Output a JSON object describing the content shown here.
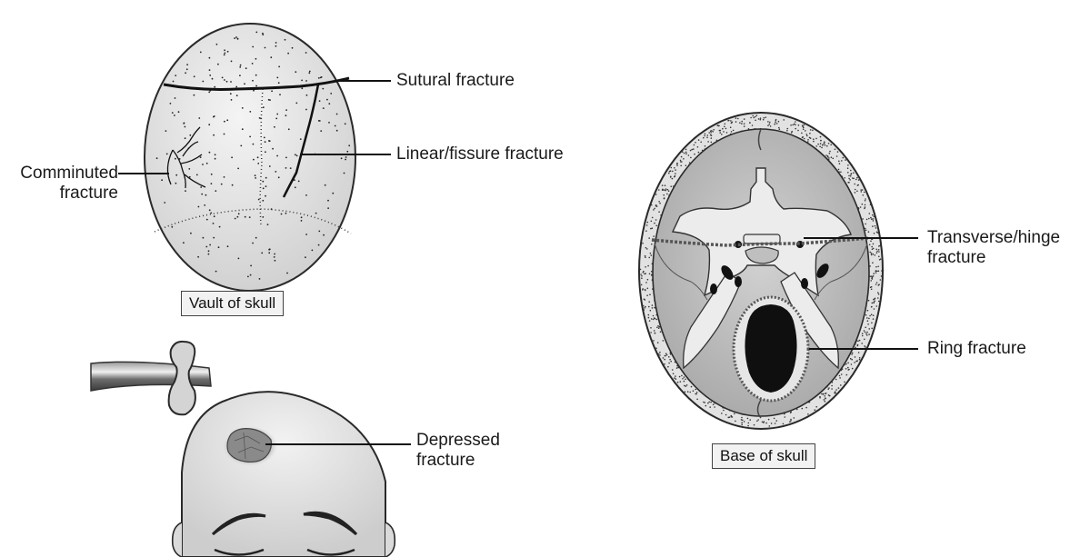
{
  "vault": {
    "caption": "Vault of skull",
    "sutural_label": "Sutural fracture",
    "linear_label": "Linear/fissure fracture",
    "comminuted_line1": "Comminuted",
    "comminuted_line2": "fracture"
  },
  "depressed": {
    "line1": "Depressed",
    "line2": "fracture"
  },
  "base": {
    "caption": "Base of skull",
    "transverse_line1": "Transverse/hinge",
    "transverse_line2": "fracture",
    "ring_label": "Ring fracture"
  },
  "colors": {
    "bone": "#dcdcdc",
    "bone_dark": "#8f8f8f",
    "outline": "#2a2a2a",
    "fracture": "#111111",
    "skin": "#e6e6e6"
  }
}
